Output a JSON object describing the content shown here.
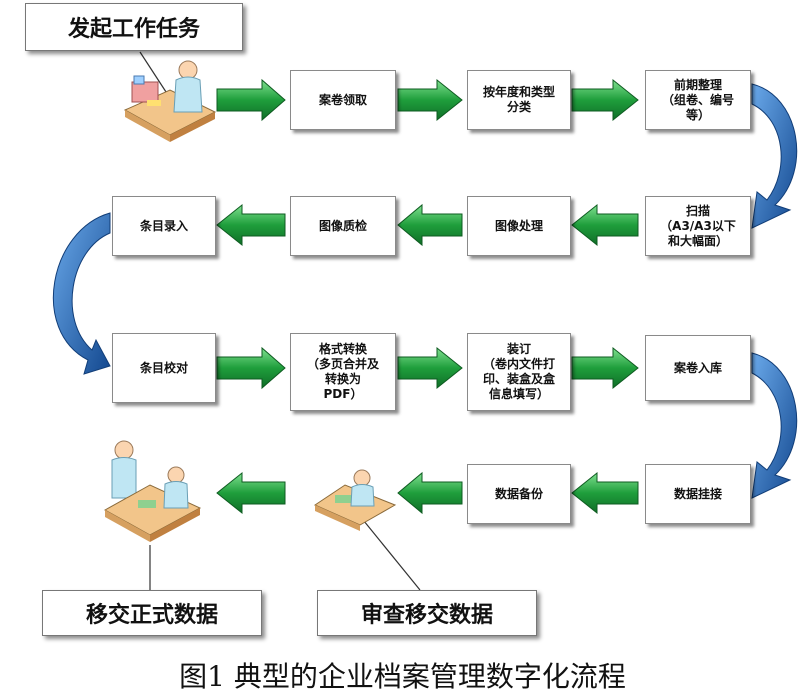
{
  "title_label": "发起工作任务",
  "steps": {
    "s1": "案卷领取",
    "s2": "按年度和类型\n分类",
    "s3": "前期整理\n（组卷、编号\n等）",
    "s4": "扫描\n（A3/A3以下\n和大幅面）",
    "s5": "图像处理",
    "s6": "图像质检",
    "s7": "条目录入",
    "s8": "条目校对",
    "s9": "格式转换\n（多页合并及\n转换为\nPDF）",
    "s10": "装订\n（卷内文件打\n印、装盒及盒\n信息填写）",
    "s11": "案卷入库",
    "s12": "数据挂接",
    "s13": "数据备份"
  },
  "bottom_labels": {
    "left": "移交正式数据",
    "right": "审查移交数据"
  },
  "caption": "图1  典型的企业档案管理数字化流程",
  "colors": {
    "arrow_green": "#1e9a3a",
    "arrow_green_light": "#4cc36a",
    "curve_blue": "#1f5fb0",
    "curve_blue_light": "#4b8fd8"
  }
}
